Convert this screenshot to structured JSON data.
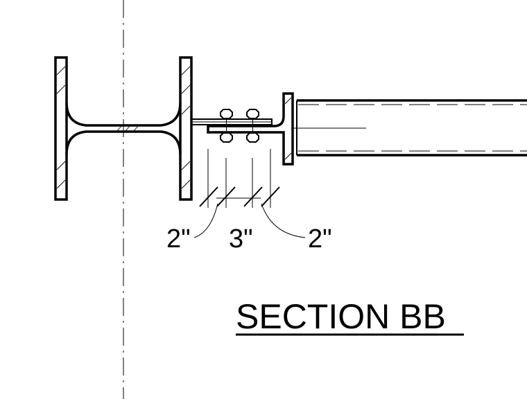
{
  "drawing": {
    "title": "SECTION BB",
    "dimensions": [
      {
        "label": "2\""
      },
      {
        "label": "3\""
      },
      {
        "label": "2\""
      }
    ]
  }
}
